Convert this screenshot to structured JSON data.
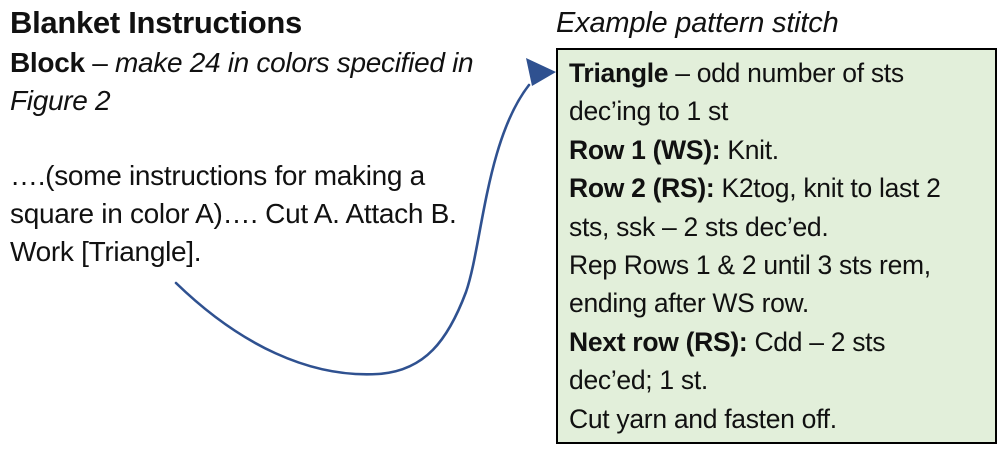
{
  "left": {
    "title": "Blanket Instructions",
    "lines": [
      [
        {
          "t": "Block",
          "b": true
        },
        {
          "t": " – "
        },
        {
          "t": "make 24 in colors specified in",
          "i": true
        }
      ],
      [
        {
          "t": "Figure 2",
          "i": true
        }
      ],
      "",
      "….(some instructions for making a",
      "square in color A)…. Cut A. Attach B.",
      "Work [Triangle]."
    ]
  },
  "pattern": {
    "caption": "Example pattern stitch",
    "box_fill": "#e2efda",
    "box_border": "#000000",
    "lines": [
      [
        {
          "t": "Triangle",
          "b": true
        },
        {
          "t": " – odd number of sts"
        }
      ],
      [
        {
          "t": "dec’ing to 1 st"
        }
      ],
      [
        {
          "t": "Row 1 (WS):",
          "b": true
        },
        {
          "t": " Knit."
        }
      ],
      [
        {
          "t": "Row 2 (RS):",
          "b": true
        },
        {
          "t": " K2tog, knit to last 2"
        }
      ],
      [
        {
          "t": "sts, ssk – 2 sts dec’ed."
        }
      ],
      [
        {
          "t": "Rep Rows 1 & 2 until 3 sts rem,"
        }
      ],
      [
        {
          "t": "ending after WS row."
        }
      ],
      [
        {
          "t": "Next row (RS):",
          "b": true
        },
        {
          "t": " Cdd – 2 sts"
        }
      ],
      [
        {
          "t": "dec’ed; 1 st."
        }
      ],
      [
        {
          "t": "Cut yarn and fasten off."
        }
      ]
    ]
  },
  "arrow": {
    "color": "#2f5190"
  }
}
